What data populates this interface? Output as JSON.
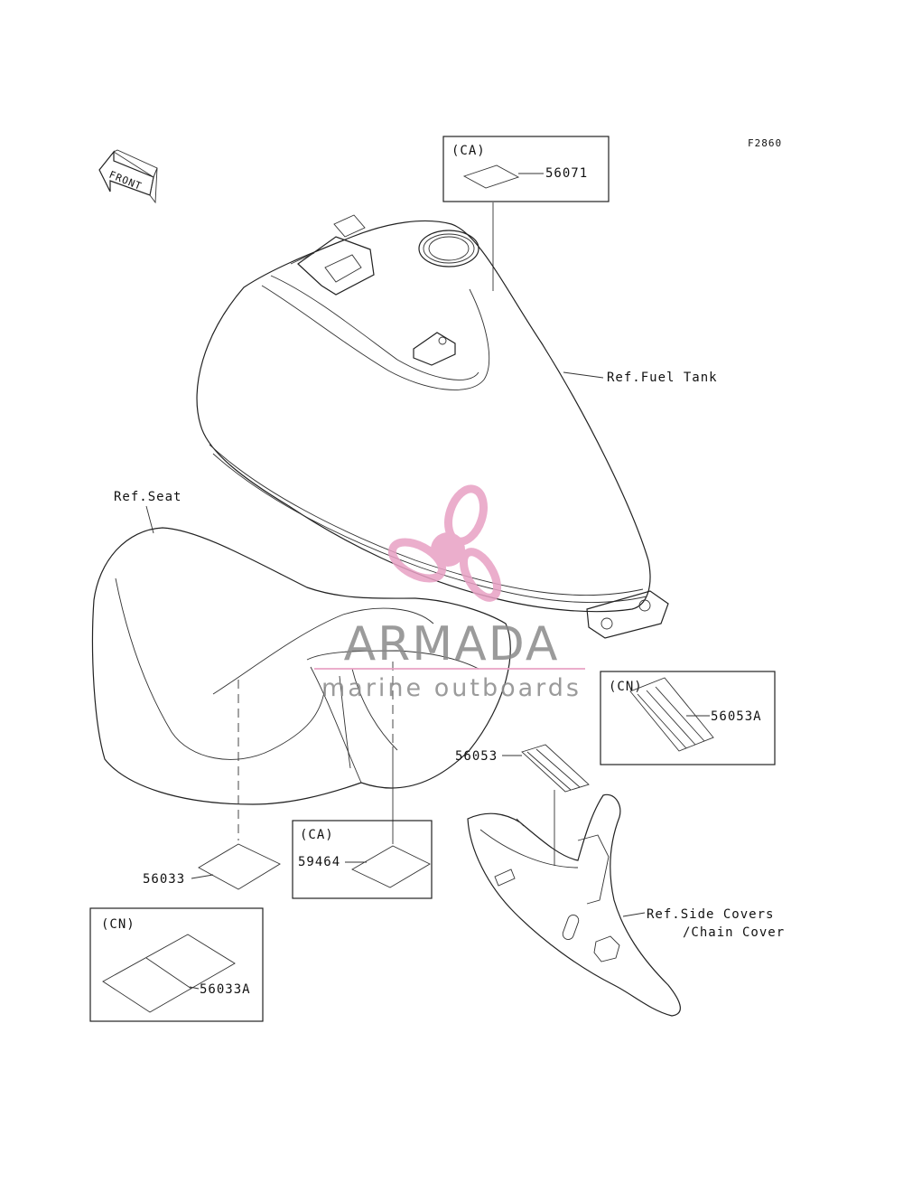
{
  "figure_code": "F2860",
  "front_arrow_label": "FRONT",
  "callouts": {
    "ref_fuel_tank": "Ref.Fuel Tank",
    "ref_seat": "Ref.Seat",
    "ref_side_covers_line1": "Ref.Side Covers",
    "ref_side_covers_line2": "/Chain Cover"
  },
  "boxes": {
    "ca_top": {
      "tag": "(CA)",
      "part": "56071"
    },
    "cn_right": {
      "tag": "(CN)",
      "part": "56053A"
    },
    "ca_bottom": {
      "tag": "(CA)",
      "part": "59464"
    },
    "cn_bottom": {
      "tag": "(CN)",
      "part": "56033A"
    }
  },
  "parts": {
    "p56053": "56053",
    "p56033": "56033"
  },
  "watermark": {
    "brand": "ARMADA",
    "tagline": "marine outboards",
    "brand_color": "#8a8a8a",
    "accent_color": "#e8a0c4"
  }
}
